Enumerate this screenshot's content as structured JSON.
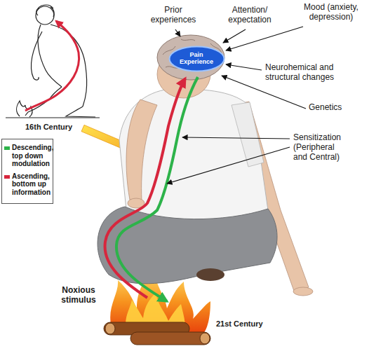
{
  "diagram": {
    "nodes": [
      {
        "text": [
          "Pain Experience"
        ]
      }
    ],
    "labels": [
      "Prior experiences",
      "Attention/ expectation",
      "Mood (anxiety, depression)",
      "Neurohemical and structural changes",
      "Genetics",
      "Sensitization (Peripheral and Central)",
      "Noxious stimulus",
      "16th Century",
      "21st Century"
    ],
    "legend": [
      {
        "text": "Descending, top down modulation",
        "color": "#2db34a"
      },
      {
        "text": "Ascending, bottom up information",
        "color": "#d7263d"
      }
    ]
  }
}
